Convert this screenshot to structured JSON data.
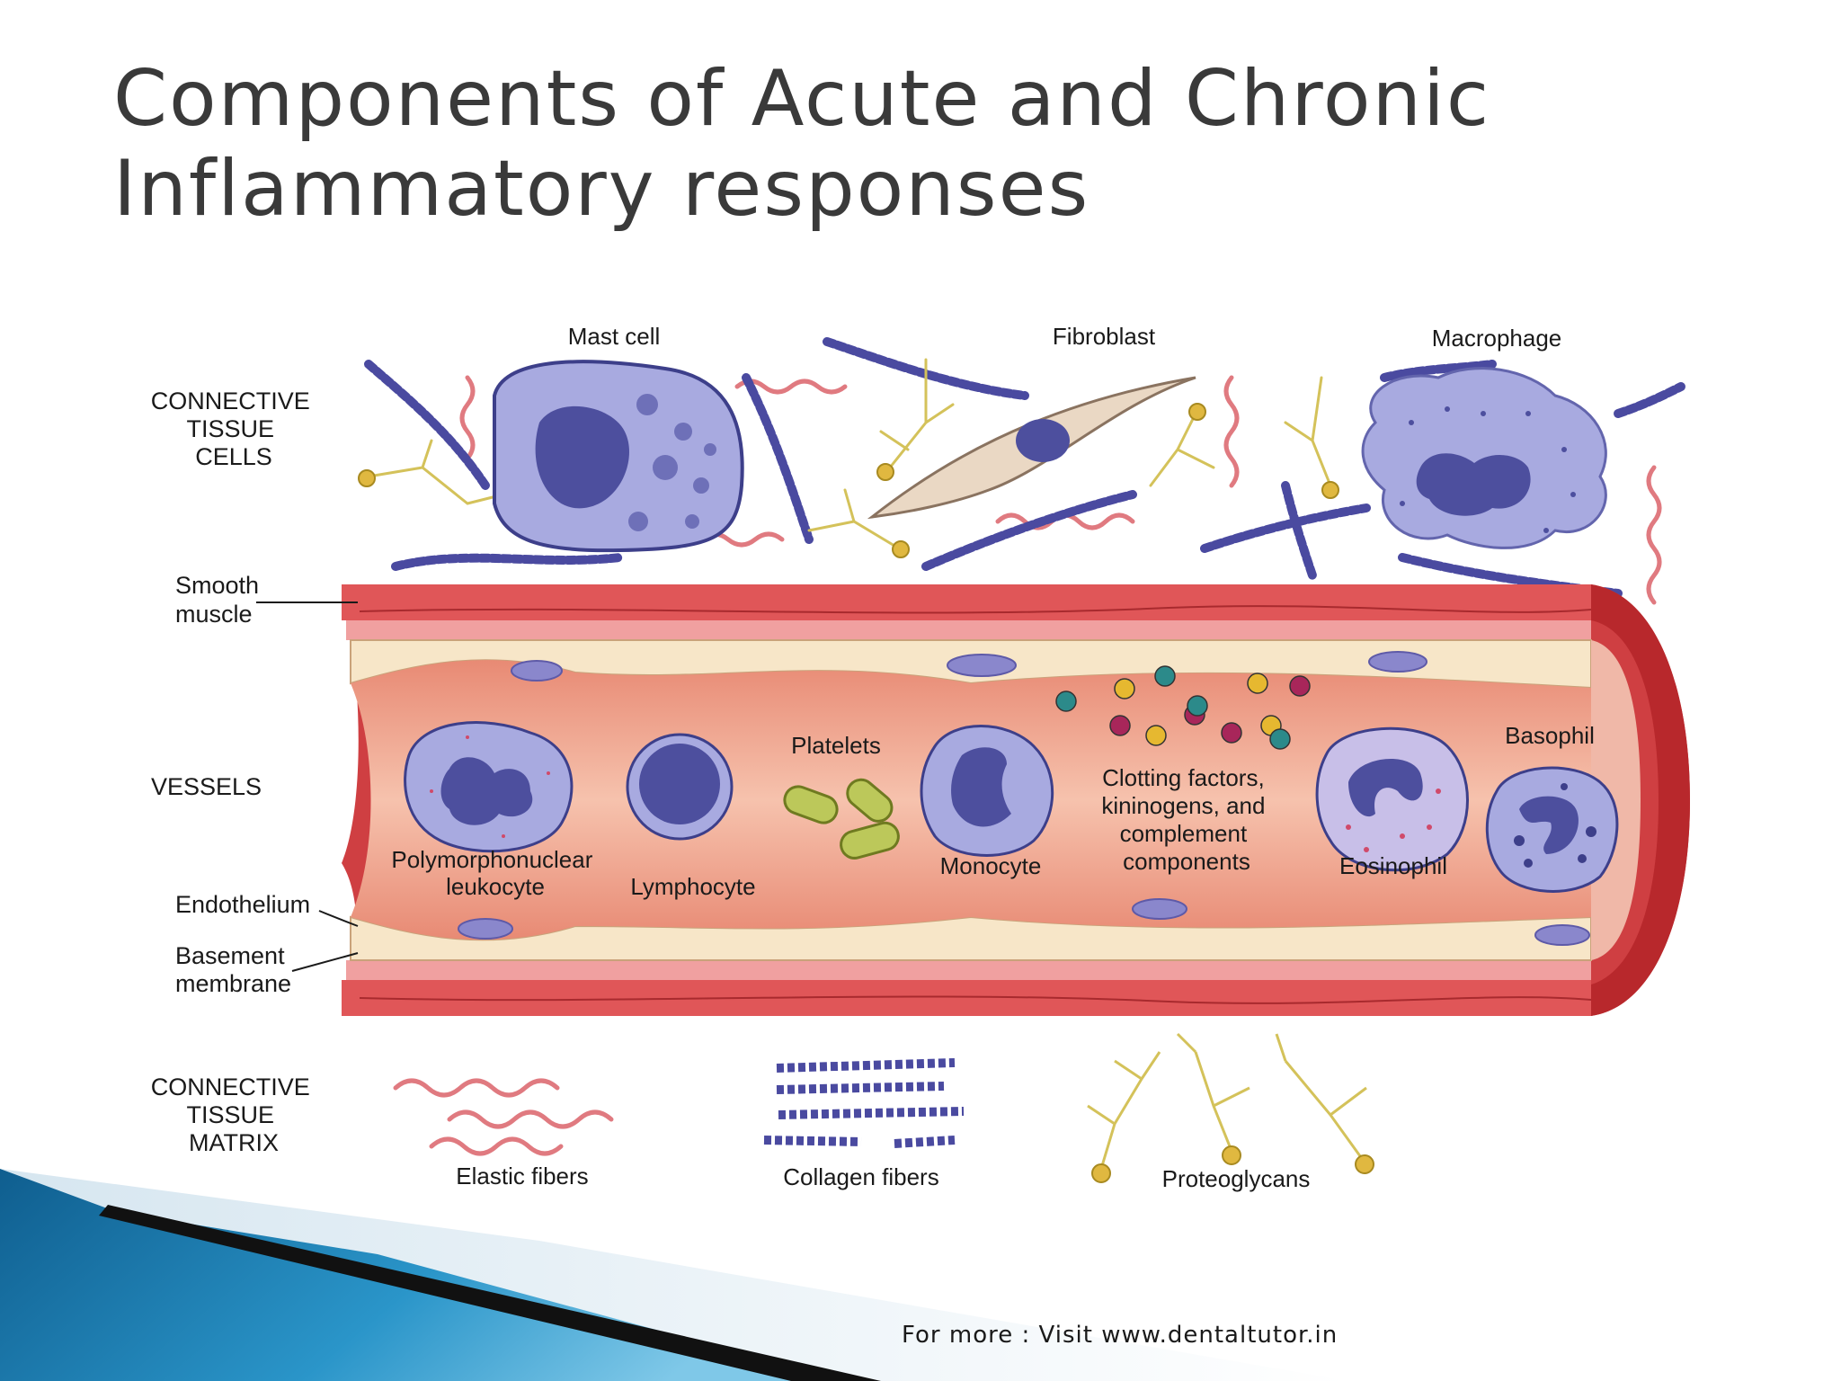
{
  "slide": {
    "title_line1": "Components of Acute and Chronic",
    "title_line2": "Inflammatory responses",
    "footer": "For more : Visit www.dentaltutor.in"
  },
  "figure": {
    "categories": {
      "connective_tissue_cells": [
        "CONNECTIVE",
        "TISSUE",
        "CELLS"
      ],
      "smooth_muscle": [
        "Smooth",
        "muscle"
      ],
      "vessels": "VESSELS",
      "endothelium": "Endothelium",
      "basement_membrane": [
        "Basement",
        "membrane"
      ],
      "connective_tissue_matrix": [
        "CONNECTIVE",
        "TISSUE",
        "MATRIX"
      ]
    },
    "cells": {
      "mast_cell": "Mast cell",
      "fibroblast": "Fibroblast",
      "macrophage": "Macrophage",
      "pmn": [
        "Polymorphonuclear",
        "leukocyte"
      ],
      "lymphocyte": "Lymphocyte",
      "platelets": "Platelets",
      "monocyte": "Monocyte",
      "clotting": [
        "Clotting factors,",
        "kininogens, and",
        "complement",
        "components"
      ],
      "eosinophil": "Eosinophil",
      "basophil": "Basophil"
    },
    "matrix": {
      "elastic_fibers": "Elastic fibers",
      "collagen_fibers": "Collagen fibers",
      "proteoglycans": "Proteoglycans"
    }
  },
  "colors": {
    "vessel_wall": "#d9474a",
    "vessel_lumen": "#ef9a82",
    "endothelium": "#f7e6c8",
    "cell_fill": "#9c9ed8",
    "nucleus": "#4d4f9e",
    "slide_accent": "#2a8fc4"
  }
}
